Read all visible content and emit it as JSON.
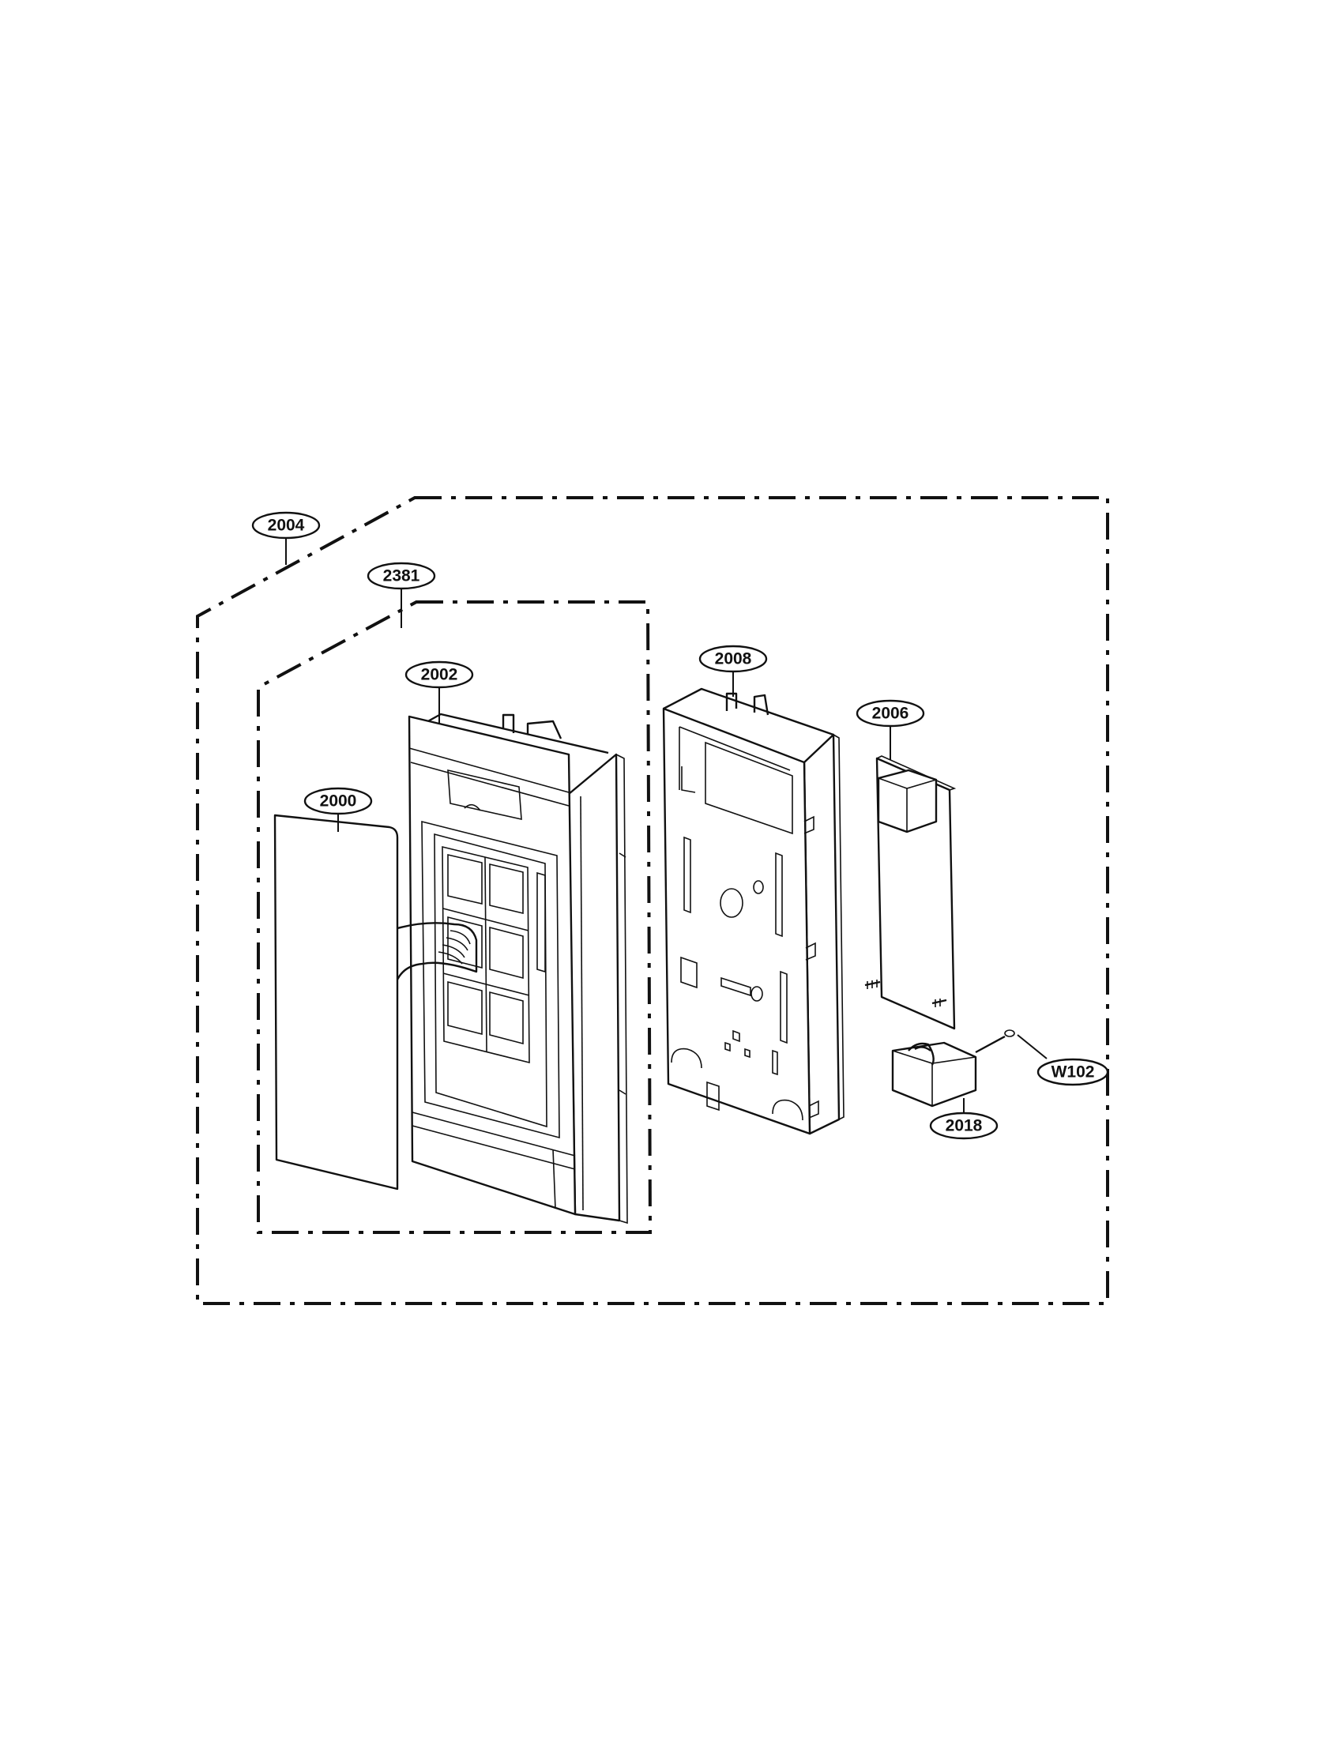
{
  "callouts": {
    "c2004": "2004",
    "c2381": "2381",
    "c2002": "2002",
    "c2000": "2000",
    "c2008": "2008",
    "c2006": "2006",
    "cW102": "W102",
    "c2018": "2018"
  }
}
